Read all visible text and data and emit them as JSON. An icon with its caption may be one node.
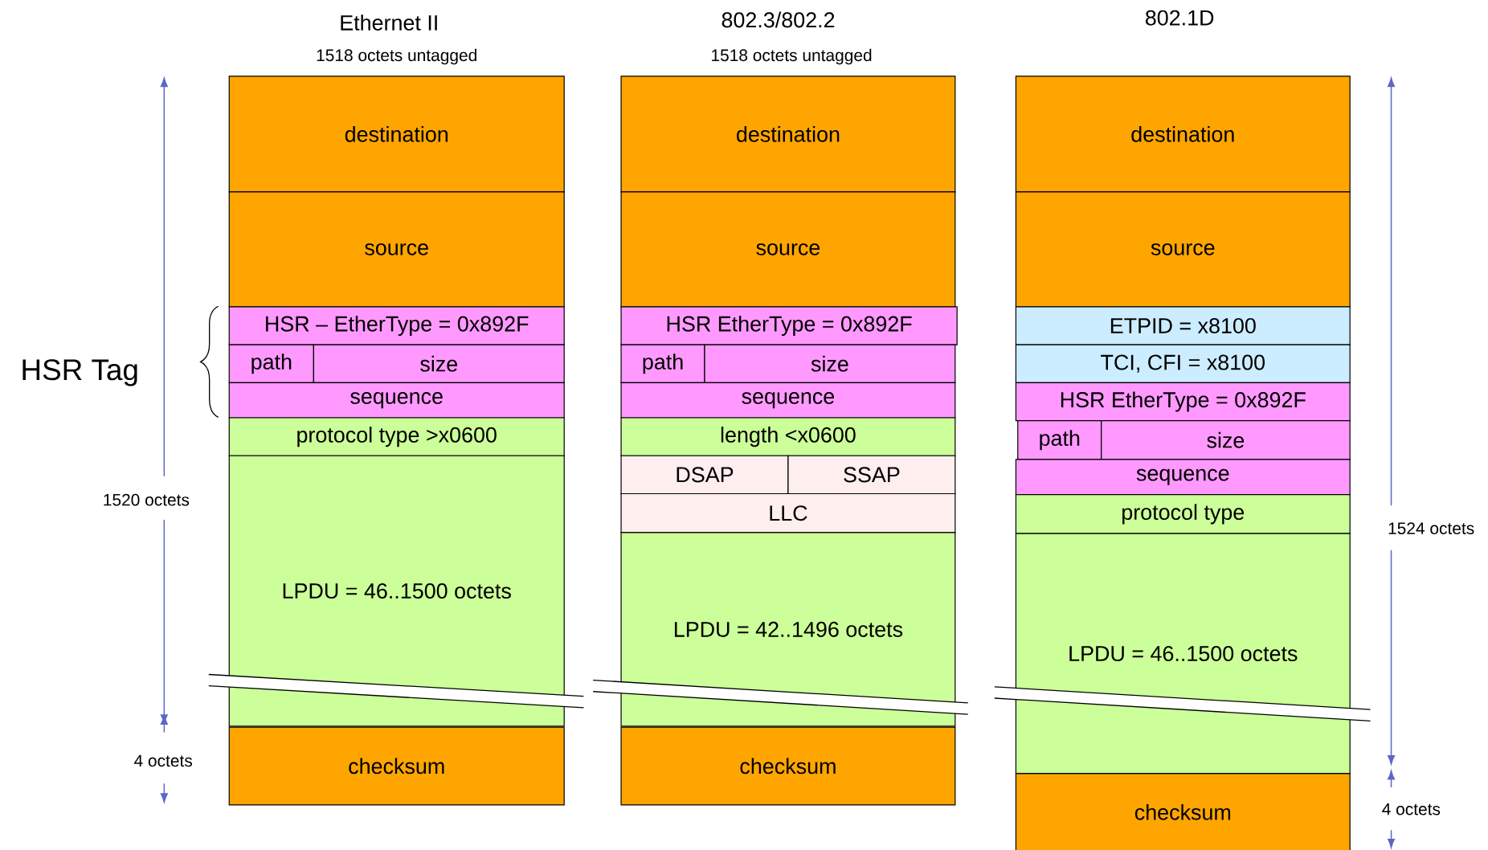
{
  "diagram": {
    "nodes": [
      {
        "text": [
          "destination"
        ]
      },
      {
        "text": [
          "source"
        ]
      },
      {
        "text": [
          "HSR – EtherType = 0x892F"
        ]
      },
      {
        "text": [
          "path"
        ]
      },
      {
        "text": [
          "size"
        ]
      },
      {
        "text": [
          "sequence"
        ]
      },
      {
        "text": [
          "protocol type >x0600"
        ]
      },
      {
        "text": [
          "LPDU = 46..1500 octets"
        ]
      },
      {
        "text": [
          "checksum"
        ]
      },
      {
        "text": [
          "destination"
        ]
      },
      {
        "text": [
          "source"
        ]
      },
      {
        "text": [
          "HSR EtherType = 0x892F"
        ]
      },
      {
        "text": [
          "path"
        ]
      },
      {
        "text": [
          "size"
        ]
      },
      {
        "text": [
          "sequence"
        ]
      },
      {
        "text": [
          "length <x0600"
        ]
      },
      {
        "text": [
          "DSAP"
        ]
      },
      {
        "text": [
          "SSAP"
        ]
      },
      {
        "text": [
          "LLC"
        ]
      },
      {
        "text": [
          "LPDU = 42..1496 octets"
        ]
      },
      {
        "text": [
          "checksum"
        ]
      },
      {
        "text": [
          "destination"
        ]
      },
      {
        "text": [
          "source"
        ]
      },
      {
        "text": [
          "ETPID = x8100"
        ]
      },
      {
        "text": [
          "TCI, CFI = x8100"
        ]
      },
      {
        "text": [
          "HSR EtherType = 0x892F"
        ]
      },
      {
        "text": [
          "path"
        ]
      },
      {
        "text": [
          "size"
        ]
      },
      {
        "text": [
          "sequence"
        ]
      },
      {
        "text": [
          "protocol type"
        ]
      },
      {
        "text": [
          "LPDU = 46..1500 octets"
        ]
      },
      {
        "text": [
          "checksum"
        ]
      }
    ],
    "labels": [
      "Ethernet II",
      "1518 octets untagged",
      "802.3/802.2",
      "1518 octets untagged",
      "802.1D",
      "HSR Tag",
      "1520 octets",
      "4 octets",
      "1524 octets",
      "4 octets"
    ]
  }
}
